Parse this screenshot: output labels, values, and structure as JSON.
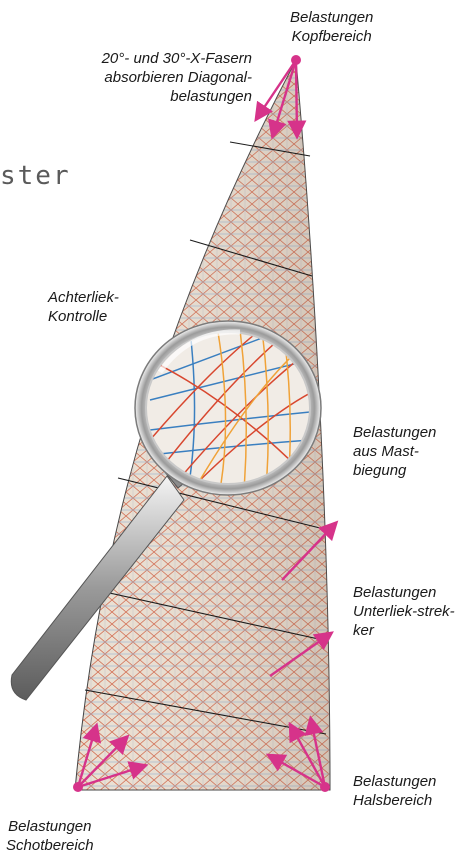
{
  "brand_fragment": "ster",
  "labels": {
    "head_loads": "Belastungen\nKopfbereich",
    "x_fibers": "20°- und 30°-X-Fasern\nabsorbieren Diagonal-\nbelastungen",
    "leech_control": "Achterliek-\nKontrolle",
    "mast_bend": "Belastungen\naus Mast-\nbiegung",
    "foot_tension": "Belastungen\nUnterliek-strek-\nker",
    "tack_loads": "Belastungen\nHalsbereich",
    "clew_loads": "Belastungen\nSchotbereich"
  },
  "icons": {
    "magnifier": "magnifying-glass-icon",
    "load_arrow": "arrow-icon"
  },
  "colors": {
    "sail_fill": "#e7dccd",
    "fiber_red": "#d8472f",
    "fiber_blue": "#3a7fc0",
    "fiber_orange": "#f0a238",
    "load_arrow": "#d6338a",
    "seam": "#1c1c1c"
  }
}
